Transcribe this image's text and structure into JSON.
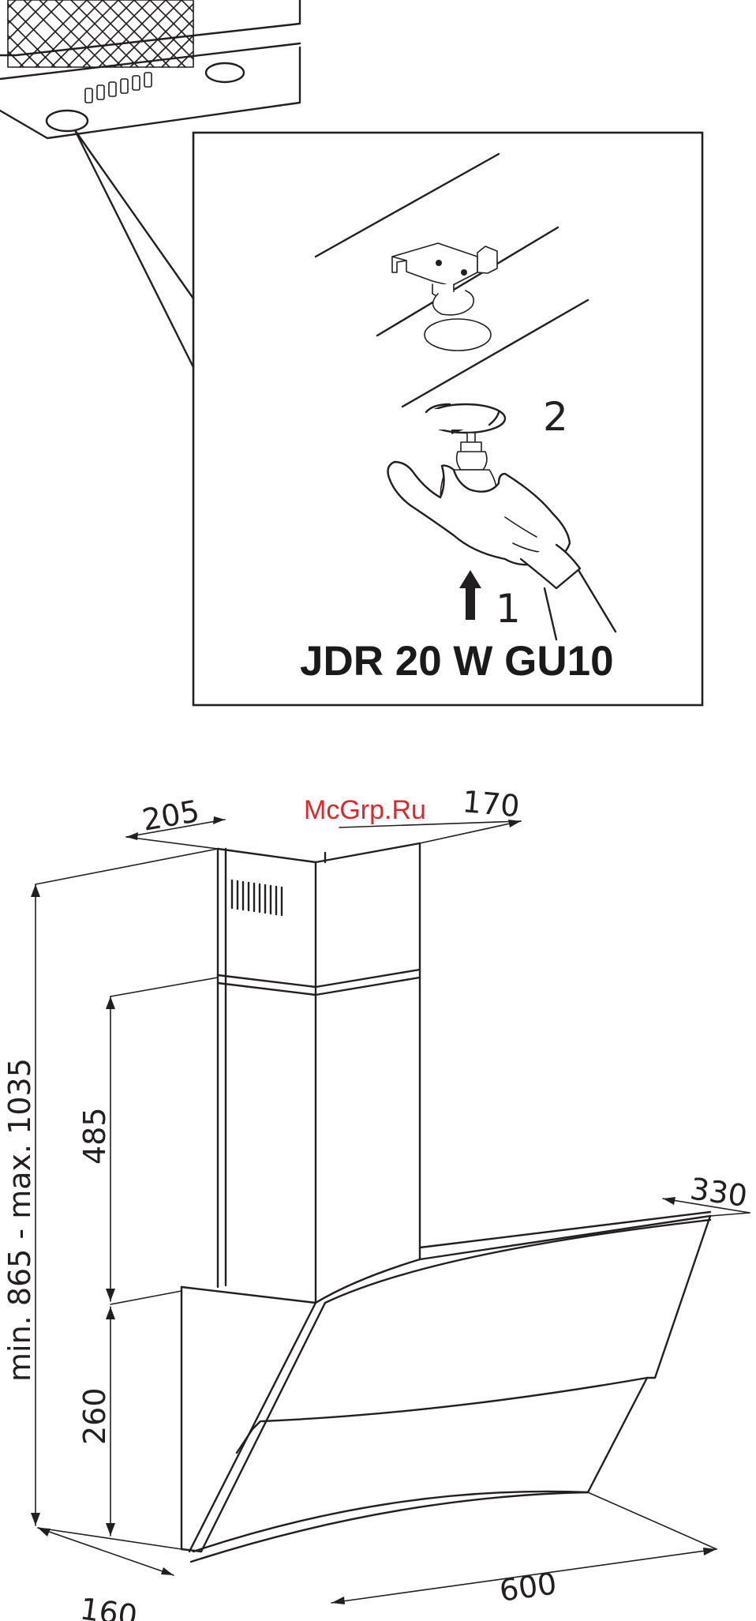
{
  "lamp_step": {
    "step_1": "1",
    "step_2": "2",
    "lamp_label": "JDR 20 W GU10"
  },
  "dimensions": {
    "width_chimney": "205",
    "depth_chimney": "170",
    "height_range": "min. 865 - max. 1035",
    "upper_section": "485",
    "lower_section": "260",
    "depth_top": "330",
    "width_bottom": "600",
    "depth_bottom": "160"
  },
  "watermark": "McGrp.Ru"
}
